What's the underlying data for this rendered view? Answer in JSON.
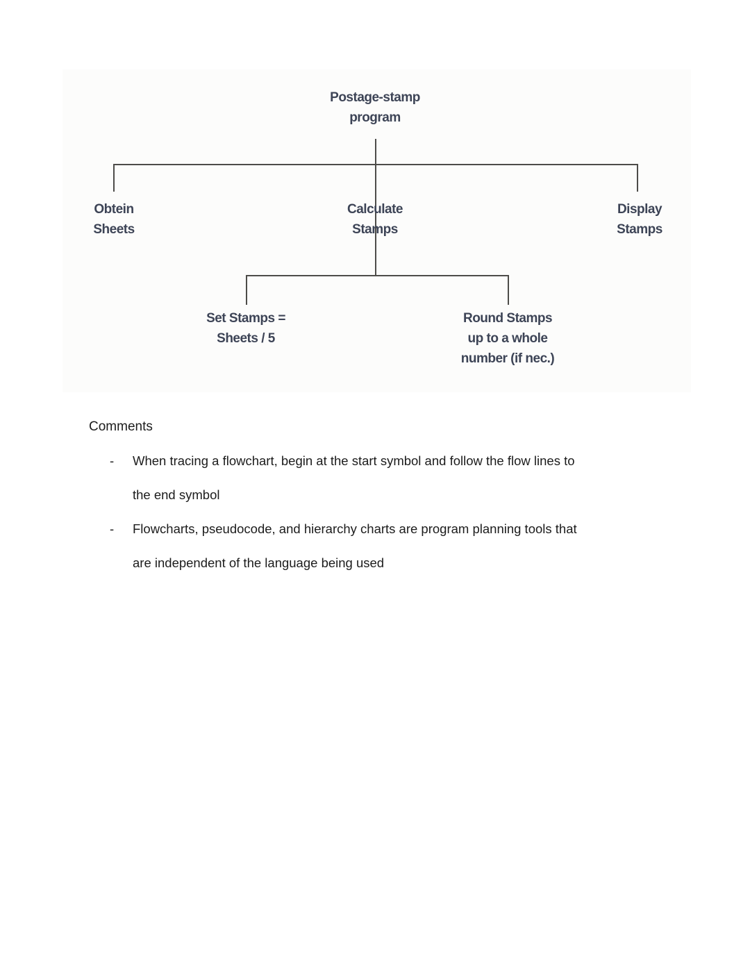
{
  "diagram": {
    "root": {
      "label": "Postage-stamp\nprogram"
    },
    "children": [
      {
        "label": "Obtein\nSheets"
      },
      {
        "label": "Calculate\nStamps",
        "children": [
          {
            "label": "Set Stamps =\nSheets / 5"
          },
          {
            "label": "Round Stamps\nup to a whole\nnumber (if nec.)"
          }
        ]
      },
      {
        "label": "Display\nStamps"
      }
    ],
    "colors": {
      "label_text": "#3d4456",
      "connector_line": "#4d4c49",
      "figure_background": "#fcfcfb"
    }
  },
  "comments": {
    "heading": "Comments",
    "bullets": [
      {
        "marker": "-",
        "text": "When tracing a flowchart, begin at the start symbol and follow the flow lines to\nthe end symbol"
      },
      {
        "marker": "-",
        "text": "Flowcharts, pseudocode, and hierarchy charts are program planning tools that\nare independent of the language being used"
      }
    ],
    "colors": {
      "body_text": "#1c1c1c",
      "page_background": "#ffffff"
    }
  }
}
